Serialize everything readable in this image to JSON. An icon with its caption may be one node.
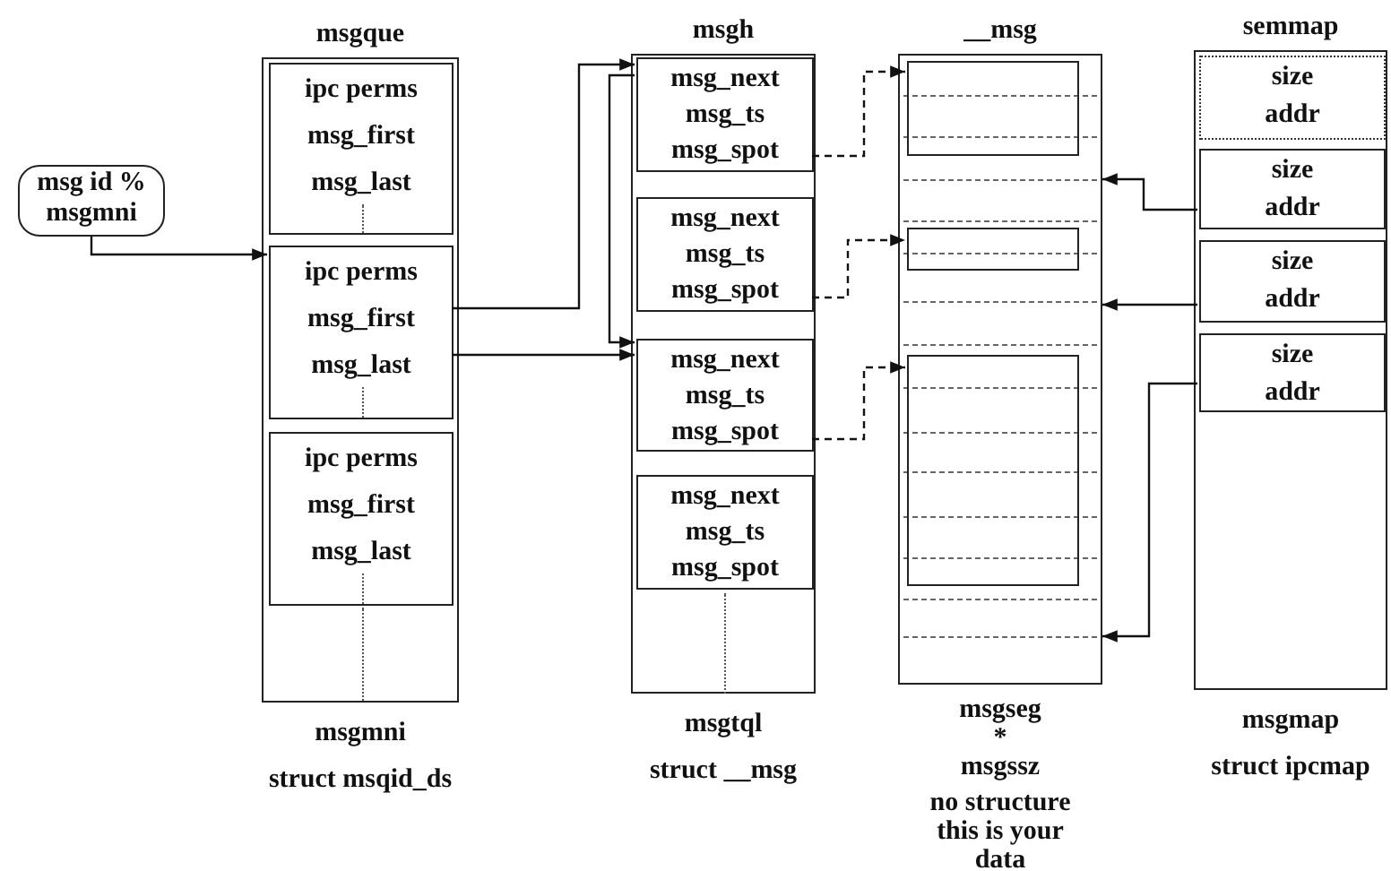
{
  "diagram": {
    "nodes": [
      {
        "text": [
          "msg id % msgmni"
        ]
      },
      {
        "text": [
          "msgque"
        ],
        "beside": [
          "msgmni",
          "struct msqid_ds"
        ]
      },
      {
        "text": [
          "ipc perms",
          "msg_first",
          "msg_last"
        ],
        "in": 1
      },
      {
        "text": [
          "ipc perms",
          "msg_first",
          "msg_last"
        ],
        "in": 1
      },
      {
        "text": [
          "ipc perms",
          "msg_first",
          "msg_last"
        ],
        "in": 1
      },
      {
        "text": [
          "msgh"
        ],
        "beside": [
          "msgtql",
          "struct __msg"
        ]
      },
      {
        "text": [
          "msg_next",
          "msg_ts",
          "msg_spot"
        ],
        "in": 5
      },
      {
        "text": [
          "msg_next",
          "msg_ts",
          "msg_spot"
        ],
        "in": 5
      },
      {
        "text": [
          "msg_next",
          "msg_ts",
          "msg_spot"
        ],
        "in": 5
      },
      {
        "text": [
          "msg_next",
          "msg_ts",
          "msg_spot"
        ],
        "in": 5
      },
      {
        "text": [
          "__msg"
        ],
        "beside": [
          "msgseg * msgssz",
          "no structure this is your data"
        ]
      },
      {
        "text": [],
        "shape": "box",
        "in": 10
      },
      {
        "text": [],
        "shape": "box",
        "in": 10
      },
      {
        "text": [],
        "shape": "box",
        "in": 10
      },
      {
        "text": [
          "semmap"
        ],
        "beside": [
          "msgmap",
          "struct ipcmap"
        ]
      },
      {
        "text": [
          "size",
          "addr"
        ],
        "in": 14
      },
      {
        "text": [
          "size",
          "addr"
        ],
        "in": 14
      },
      {
        "text": [
          "size",
          "addr"
        ],
        "in": 14
      },
      {
        "text": [
          "size",
          "addr"
        ],
        "in": 14
      }
    ],
    "edges": [
      {
        "from": 0,
        "to": 3,
        "arrow": "to"
      },
      {
        "from": 3,
        "to": 6,
        "arrow": "to"
      },
      {
        "from": 3,
        "to": 8,
        "arrow": "to"
      },
      {
        "from": 6,
        "to": 8,
        "arrow": "to"
      },
      {
        "from": 6,
        "to": 11,
        "arrow": "to",
        "style": "dashed"
      },
      {
        "from": 7,
        "to": 12,
        "arrow": "to",
        "style": "dashed"
      },
      {
        "from": 8,
        "to": 13,
        "arrow": "to",
        "style": "dashed"
      },
      {
        "from": 16,
        "to": 10,
        "arrow": "to"
      },
      {
        "from": 17,
        "to": 10,
        "arrow": "to"
      },
      {
        "from": 18,
        "to": 10,
        "arrow": "to"
      }
    ]
  }
}
